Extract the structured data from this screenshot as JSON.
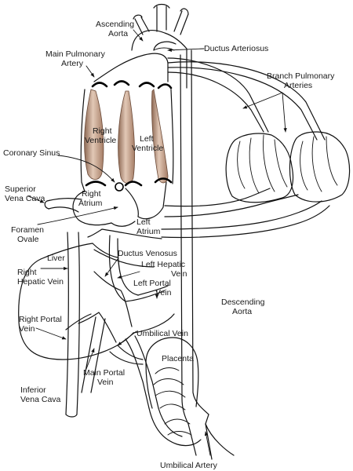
{
  "colors": {
    "muscle": "#c09a82",
    "muscle_light": "#e2c8b6",
    "muscle_dark": "#8e6a55",
    "line": "#111111"
  },
  "labels": {
    "ascending_aorta": [
      "Ascending",
      "Aorta"
    ],
    "ductus_arteriosus": "Ductus Arteriosus",
    "main_pulmonary_artery": [
      "Main Pulmonary",
      "Artery"
    ],
    "branch_pulmonary_arteries": [
      "Branch Pulmonary",
      "Arteries"
    ],
    "right_ventricle": [
      "Right",
      "Ventricle"
    ],
    "left_ventricle": [
      "Left",
      "Ventricle"
    ],
    "coronary_sinus": "Coronary Sinus",
    "superior_vena_cava": [
      "Superior",
      "Vena Cava"
    ],
    "right_atrium": [
      "Right",
      "Atrium"
    ],
    "foramen_ovale": [
      "Foramen",
      "Ovale"
    ],
    "left_atrium": [
      "Left",
      "Atrium"
    ],
    "liver": "Liver",
    "ductus_venosus": "Ductus Venosus",
    "left_hepatic_vein": [
      "Left Hepatic",
      "Vein"
    ],
    "right_hepatic_vein": [
      "Right",
      "Hepatic Vein"
    ],
    "left_portal_vein": [
      "Left Portal",
      "Vein"
    ],
    "descending_aorta": [
      "Descending",
      "Aorta"
    ],
    "right_portal_vein": [
      "Right Portal",
      "Vein"
    ],
    "umbilical_vein": "Umbilical Vein",
    "placenta": "Placenta",
    "main_portal_vein": [
      "Main Portal",
      "Vein"
    ],
    "inferior_vena_cava": [
      "Inferior",
      "Vena Cava"
    ],
    "umbilical_artery": "Umbilical Artery"
  }
}
